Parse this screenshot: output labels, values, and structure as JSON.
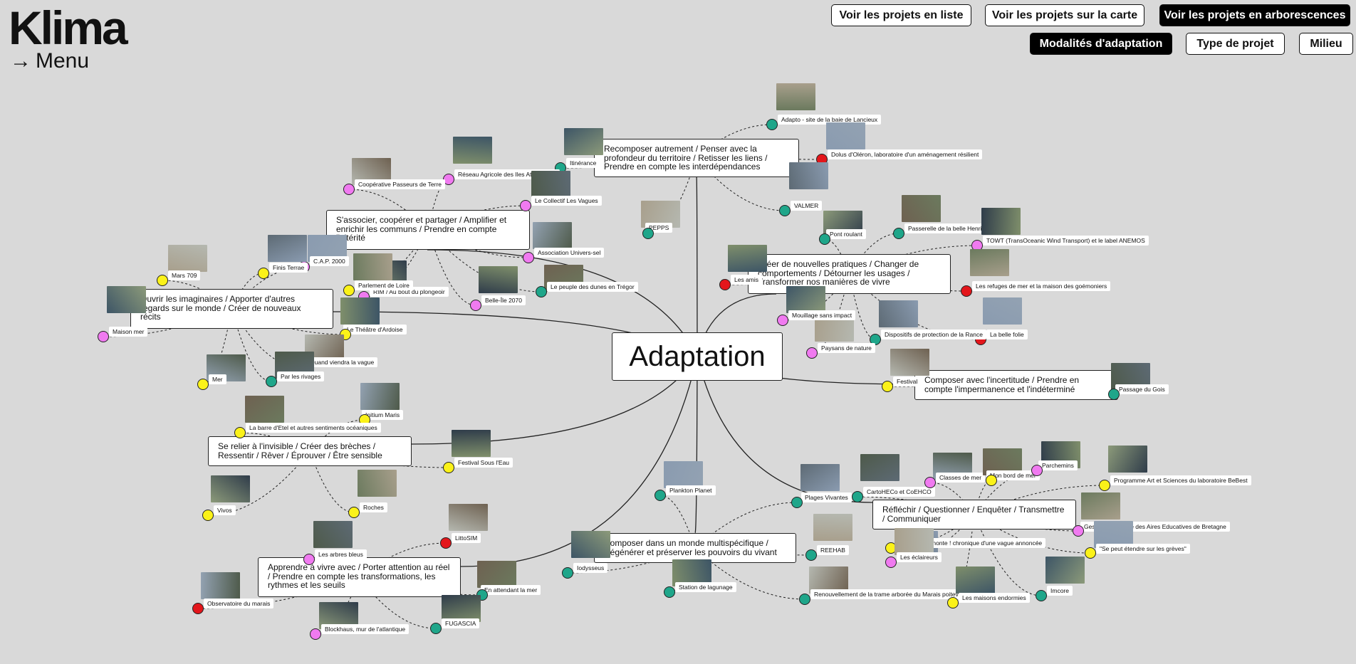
{
  "brand": {
    "logo": "Klima",
    "menu_label": "Menu"
  },
  "view_buttons": [
    {
      "label": "Voir les projets en liste",
      "active": false
    },
    {
      "label": "Voir les projets sur la carte",
      "active": false
    },
    {
      "label": "Voir les projets en arborescences",
      "active": true
    }
  ],
  "filter_buttons": [
    {
      "label": "Modalités d'adaptation",
      "active": true
    },
    {
      "label": "Type de projet",
      "active": false
    },
    {
      "label": "Milieu",
      "active": false
    }
  ],
  "colors": {
    "teal": "#1fa68a",
    "pink": "#f07af0",
    "yellow": "#fbf219",
    "red": "#e3161b"
  },
  "center_label": "Adaptation",
  "categories": [
    {
      "id": "c1",
      "label": "Recomposer autrement / Penser avec la profondeur du territoire / Retisser les liens / Prendre en compte les interdépendances"
    },
    {
      "id": "c2",
      "label": "S'associer, coopérer et partager / Amplifier et enrichir les communs / Prendre en compte l'altérité"
    },
    {
      "id": "c3",
      "label": "Ouvrir les imaginaires / Apporter d'autres regards sur le monde / Créer de nouveaux récits"
    },
    {
      "id": "c4",
      "label": "Créer de nouvelles pratiques / Changer de comportements / Détourner les usages / Transformer nos manières de vivre"
    },
    {
      "id": "c5",
      "label": "Composer avec l'incertitude / Prendre en compte l'impermanence et l'indéterminé"
    },
    {
      "id": "c6",
      "label": "Se relier à l'invisible / Créer des brèches / Ressentir / Rêver / Éprouver / Être sensible"
    },
    {
      "id": "c7",
      "label": "Composer dans un monde multispécifique / Régénérer et préserver les pouvoirs du vivant"
    },
    {
      "id": "c8",
      "label": "Réfléchir / Questionner / Enquêter / Transmettre / Communiquer"
    },
    {
      "id": "c9",
      "label": "Apprendre à vivre avec / Porter attention au réel / Prendre en compte les transformations, les rythmes et les seuils"
    }
  ],
  "projects": [
    {
      "label": "Adapto - site de la baie de Lancieux",
      "color": "teal",
      "cat": "c1"
    },
    {
      "label": "Dolus d'Oléron, laboratoire d'un aménagement résilient",
      "color": "red",
      "cat": "c1"
    },
    {
      "label": "VALMER",
      "color": "teal",
      "cat": "c1"
    },
    {
      "label": "PEPPS",
      "color": "teal",
      "cat": "c1"
    },
    {
      "label": "Itinérance",
      "color": "teal",
      "cat": "c1"
    },
    {
      "label": "Réseau Agricole des Iles Atlantiques",
      "color": "pink",
      "cat": "c2"
    },
    {
      "label": "Coopérative Passeurs de Terre",
      "color": "pink",
      "cat": "c2"
    },
    {
      "label": "Le Collectif Les Vagues",
      "color": "pink",
      "cat": "c2"
    },
    {
      "label": "Association Univers-sel",
      "color": "pink",
      "cat": "c2"
    },
    {
      "label": "Le peuple des dunes en Trégor",
      "color": "teal",
      "cat": "c2"
    },
    {
      "label": "Belle-Île 2070",
      "color": "pink",
      "cat": "c2"
    },
    {
      "label": "RIM / Au bout du plongeoir",
      "color": "pink",
      "cat": "c2"
    },
    {
      "label": "Parlement de Loire",
      "color": "yellow",
      "cat": "c2"
    },
    {
      "label": "C.A.P. 2000",
      "color": "pink",
      "cat": "c3"
    },
    {
      "label": "Finis Terrae",
      "color": "yellow",
      "cat": "c3"
    },
    {
      "label": "Mars 709",
      "color": "yellow",
      "cat": "c3"
    },
    {
      "label": "Maison mer",
      "color": "pink",
      "cat": "c3"
    },
    {
      "label": "Le Théâtre d'Ardoise",
      "color": "yellow",
      "cat": "c3"
    },
    {
      "label": "Quand viendra la vague",
      "color": "yellow",
      "cat": "c3"
    },
    {
      "label": "Par les rivages",
      "color": "teal",
      "cat": "c3"
    },
    {
      "label": "Mer",
      "color": "yellow",
      "cat": "c3"
    },
    {
      "label": "Passerelle de la belle Henriette",
      "color": "teal",
      "cat": "c4"
    },
    {
      "label": "TOWT (TransOceanic Wind Transport) et le label ANEMOS",
      "color": "pink",
      "cat": "c4"
    },
    {
      "label": "Pont roulant",
      "color": "teal",
      "cat": "c4"
    },
    {
      "label": "Les refuges de mer et la maison des goémoniers",
      "color": "red",
      "cat": "c4"
    },
    {
      "label": "La belle folie",
      "color": "red",
      "cat": "c4"
    },
    {
      "label": "Dispositifs de protection de la Rance",
      "color": "teal",
      "cat": "c4"
    },
    {
      "label": "Paysans de nature",
      "color": "pink",
      "cat": "c4"
    },
    {
      "label": "Mouillage sans impact",
      "color": "pink",
      "cat": "c4"
    },
    {
      "label": "Les amis",
      "color": "red",
      "cat": "c4"
    },
    {
      "label": "Festival",
      "color": "yellow",
      "cat": "c5"
    },
    {
      "label": "Passage du Gois",
      "color": "teal",
      "cat": "c5"
    },
    {
      "label": "Initium Maris",
      "color": "yellow",
      "cat": "c6"
    },
    {
      "label": "La barre d'Etel et autres sentiments océaniques",
      "color": "yellow",
      "cat": "c6"
    },
    {
      "label": "Festival Sous l'Eau",
      "color": "yellow",
      "cat": "c6"
    },
    {
      "label": "Vivos",
      "color": "yellow",
      "cat": "c6"
    },
    {
      "label": "Roches",
      "color": "yellow",
      "cat": "c6"
    },
    {
      "label": "Plankton Planet",
      "color": "teal",
      "cat": "c7"
    },
    {
      "label": "Plages Vivantes",
      "color": "teal",
      "cat": "c7"
    },
    {
      "label": "REEHAB",
      "color": "teal",
      "cat": "c7"
    },
    {
      "label": "Iodysseus",
      "color": "teal",
      "cat": "c7"
    },
    {
      "label": "Station de lagunage",
      "color": "teal",
      "cat": "c7"
    },
    {
      "label": "Renouvellement de la trame arborée du Marais poitevin",
      "color": "teal",
      "cat": "c7"
    },
    {
      "label": "CartoHECo et CoEHCO",
      "color": "teal",
      "cat": "c8"
    },
    {
      "label": "Classes de mer",
      "color": "pink",
      "cat": "c8"
    },
    {
      "label": "Mon bord de mer",
      "color": "yellow",
      "cat": "c8"
    },
    {
      "label": "Parchemins",
      "color": "pink",
      "cat": "c8"
    },
    {
      "label": "Programme Art et Sciences du laboratoire BeBest",
      "color": "yellow",
      "cat": "c8"
    },
    {
      "label": "Gestion Régionale des Aires Educatives de Bretagne",
      "color": "pink",
      "cat": "c8"
    },
    {
      "label": "\"Se peut étendre sur les grèves\"",
      "color": "yellow",
      "cat": "c8"
    },
    {
      "label": "monte ! chronique d'une vague annoncée",
      "color": "yellow",
      "cat": "c8"
    },
    {
      "label": "Les éclaireurs",
      "color": "pink",
      "cat": "c8"
    },
    {
      "label": "Imcore",
      "color": "teal",
      "cat": "c8"
    },
    {
      "label": "Les maisons endormies",
      "color": "yellow",
      "cat": "c8"
    },
    {
      "label": "LittoSIM",
      "color": "red",
      "cat": "c9"
    },
    {
      "label": "Les arbres bleus",
      "color": "pink",
      "cat": "c9"
    },
    {
      "label": "Observatoire du marais",
      "color": "red",
      "cat": "c9"
    },
    {
      "label": "En attendant la mer",
      "color": "teal",
      "cat": "c9"
    },
    {
      "label": "FUGASCIA",
      "color": "teal",
      "cat": "c9"
    },
    {
      "label": "Blockhaus, mur de l'atlantique",
      "color": "pink",
      "cat": "c9"
    }
  ]
}
